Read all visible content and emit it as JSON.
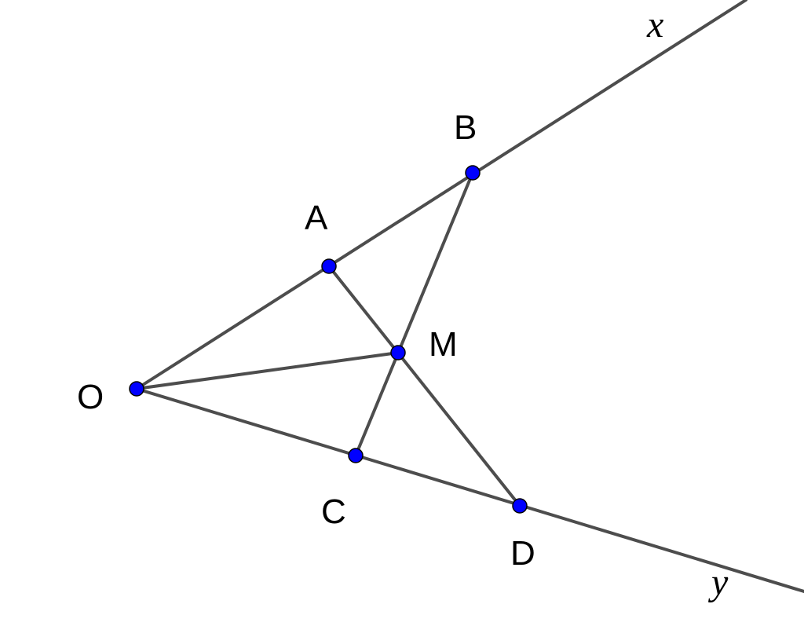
{
  "figure": {
    "rays": [
      {
        "id": "Ox",
        "label": "x"
      },
      {
        "id": "Oy",
        "label": "y"
      }
    ],
    "points": [
      {
        "id": "O",
        "label": "O"
      },
      {
        "id": "A",
        "label": "A"
      },
      {
        "id": "B",
        "label": "B"
      },
      {
        "id": "C",
        "label": "C"
      },
      {
        "id": "D",
        "label": "D"
      },
      {
        "id": "M",
        "label": "M"
      }
    ],
    "segments": [
      "AD",
      "BC",
      "OM"
    ],
    "colors": {
      "line": "#4d4d4d",
      "point": "#0000ff",
      "text": "#000000"
    }
  }
}
